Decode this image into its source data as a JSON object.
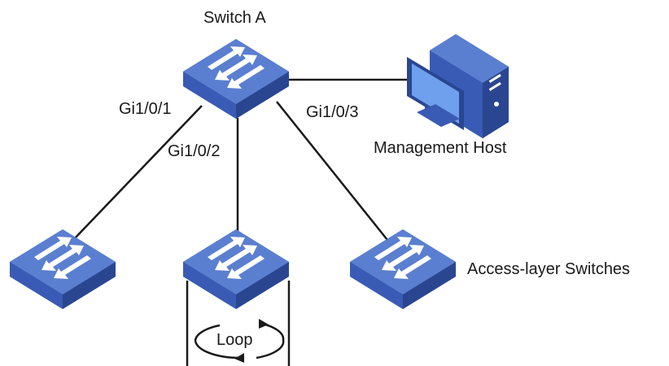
{
  "labels": {
    "switch_a": "Switch A",
    "port_1": "Gi1/0/1",
    "port_2": "Gi1/0/2",
    "port_3": "Gi1/0/3",
    "management_host": "Management Host",
    "access_layer": "Access-layer Switches",
    "loop": "Loop"
  },
  "icons": {
    "switch": "network-switch-icon",
    "host": "desktop-computer-icon"
  },
  "colors": {
    "switch_top": "#5b7fd0",
    "switch_side": "#2f4f9e",
    "switch_front": "#3d5fb8",
    "host_body": "#2f4f9e",
    "host_screen": "#6ea0ee",
    "line": "#1a1a1a"
  }
}
